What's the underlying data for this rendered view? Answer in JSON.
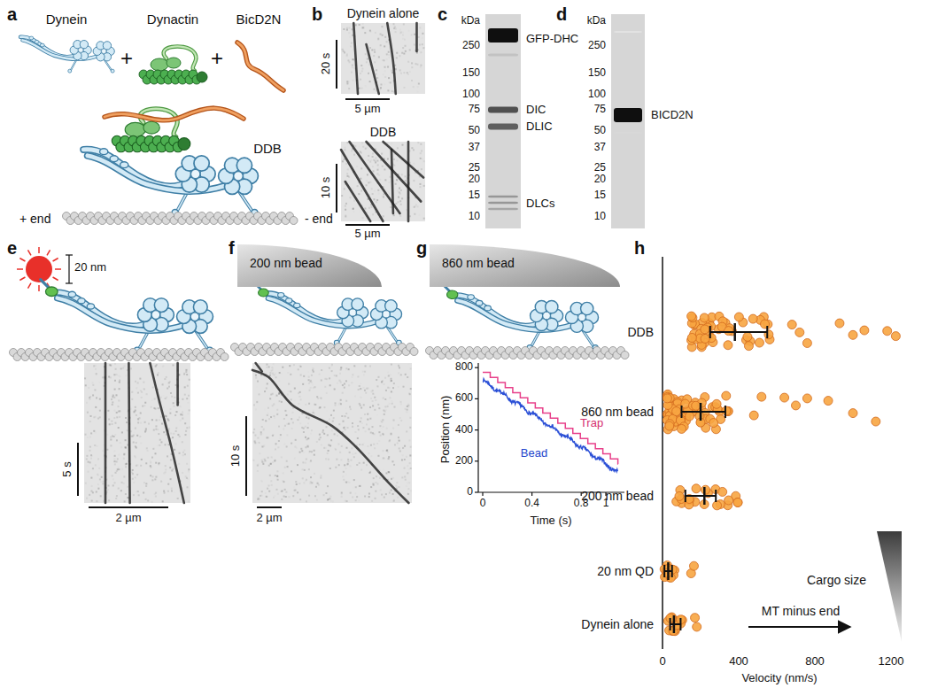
{
  "diagram": {
    "nodes": [
      {
        "text": [
          "Dynein alone"
        ]
      },
      {
        "text": [
          "DDB"
        ]
      },
      {
        "text": [
          "200 nm bead"
        ]
      },
      {
        "text": [
          "860 nm bead"
        ]
      }
    ],
    "labels": [
      "a",
      "Dynein",
      "Dynactin",
      "BicD2N",
      "+",
      "+",
      "DDB",
      "+ end",
      "- end",
      "b",
      "20 s",
      "5 µm",
      "10 s",
      "5 µm",
      "c",
      "kDa",
      "250",
      "150",
      "100",
      "75",
      "50",
      "37",
      "25",
      "20",
      "15",
      "10",
      "GFP-DHC",
      "DIC",
      "DLIC",
      "DLCs",
      "d",
      "kDa",
      "250",
      "150",
      "100",
      "75",
      "50",
      "37",
      "25",
      "20",
      "15",
      "10",
      "BICD2N",
      "e",
      "20 nm",
      "5 s",
      "2 µm",
      "f",
      "10 s",
      "2 µm",
      "g",
      "Position (nm)",
      "800",
      "600",
      "400",
      "200",
      "0",
      "0",
      "0.4",
      "0.8",
      "1",
      "Time (s)",
      "Trap",
      "Bead",
      "h",
      "DDB",
      "860 nm bead",
      "200 nm bead",
      "20 nm QD",
      "Dynein alone",
      "0",
      "400",
      "800",
      "1200",
      "Velocity (nm/s)",
      "Cargo size",
      "MT minus end"
    ]
  }
}
